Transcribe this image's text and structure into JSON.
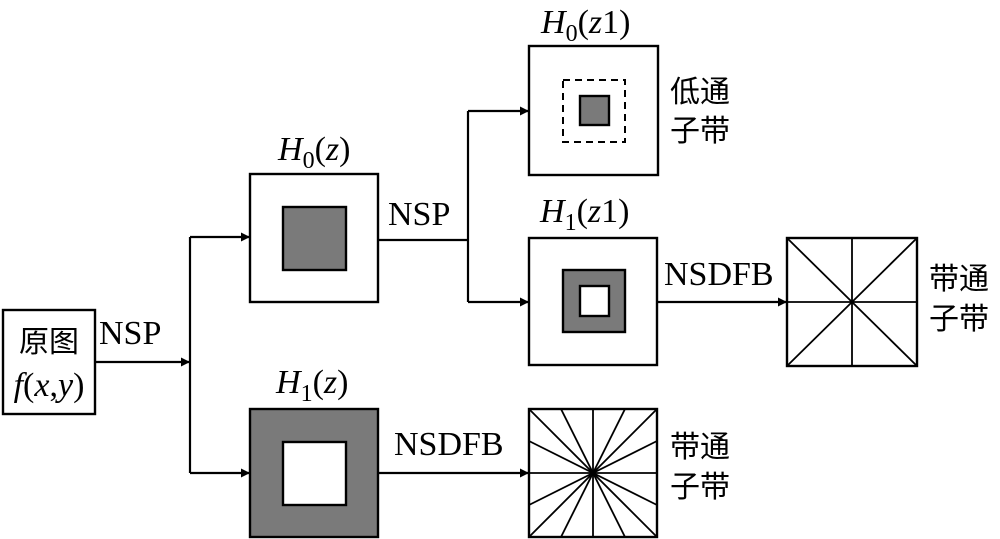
{
  "input": {
    "line1": "原图",
    "f": "f",
    "open": "(",
    "x": "x",
    "comma": ",",
    "y": "y",
    "close": ")"
  },
  "nsp_label": "NSP",
  "nsdfb_label": "NSDFB",
  "h0z": {
    "H": "H",
    "sub": "0",
    "open": "(",
    "z": "z",
    "close": ")"
  },
  "h1z": {
    "H": "H",
    "sub": "1",
    "open": "(",
    "z": "z",
    "close": ")"
  },
  "h0z1": {
    "H": "H",
    "sub": "0",
    "open": "(",
    "z": "z",
    "arg": "1",
    "close": ")"
  },
  "h1z1": {
    "H": "H",
    "sub": "1",
    "open": "(",
    "z": "z",
    "arg": "1",
    "close": ")"
  },
  "lowpass": {
    "line1": "低通",
    "line2": "子带"
  },
  "bandpass": {
    "line1": "带通",
    "line2": "子带"
  },
  "colors": {
    "fill": "#7a7a7a",
    "line": "#000000",
    "background": "#ffffff"
  }
}
